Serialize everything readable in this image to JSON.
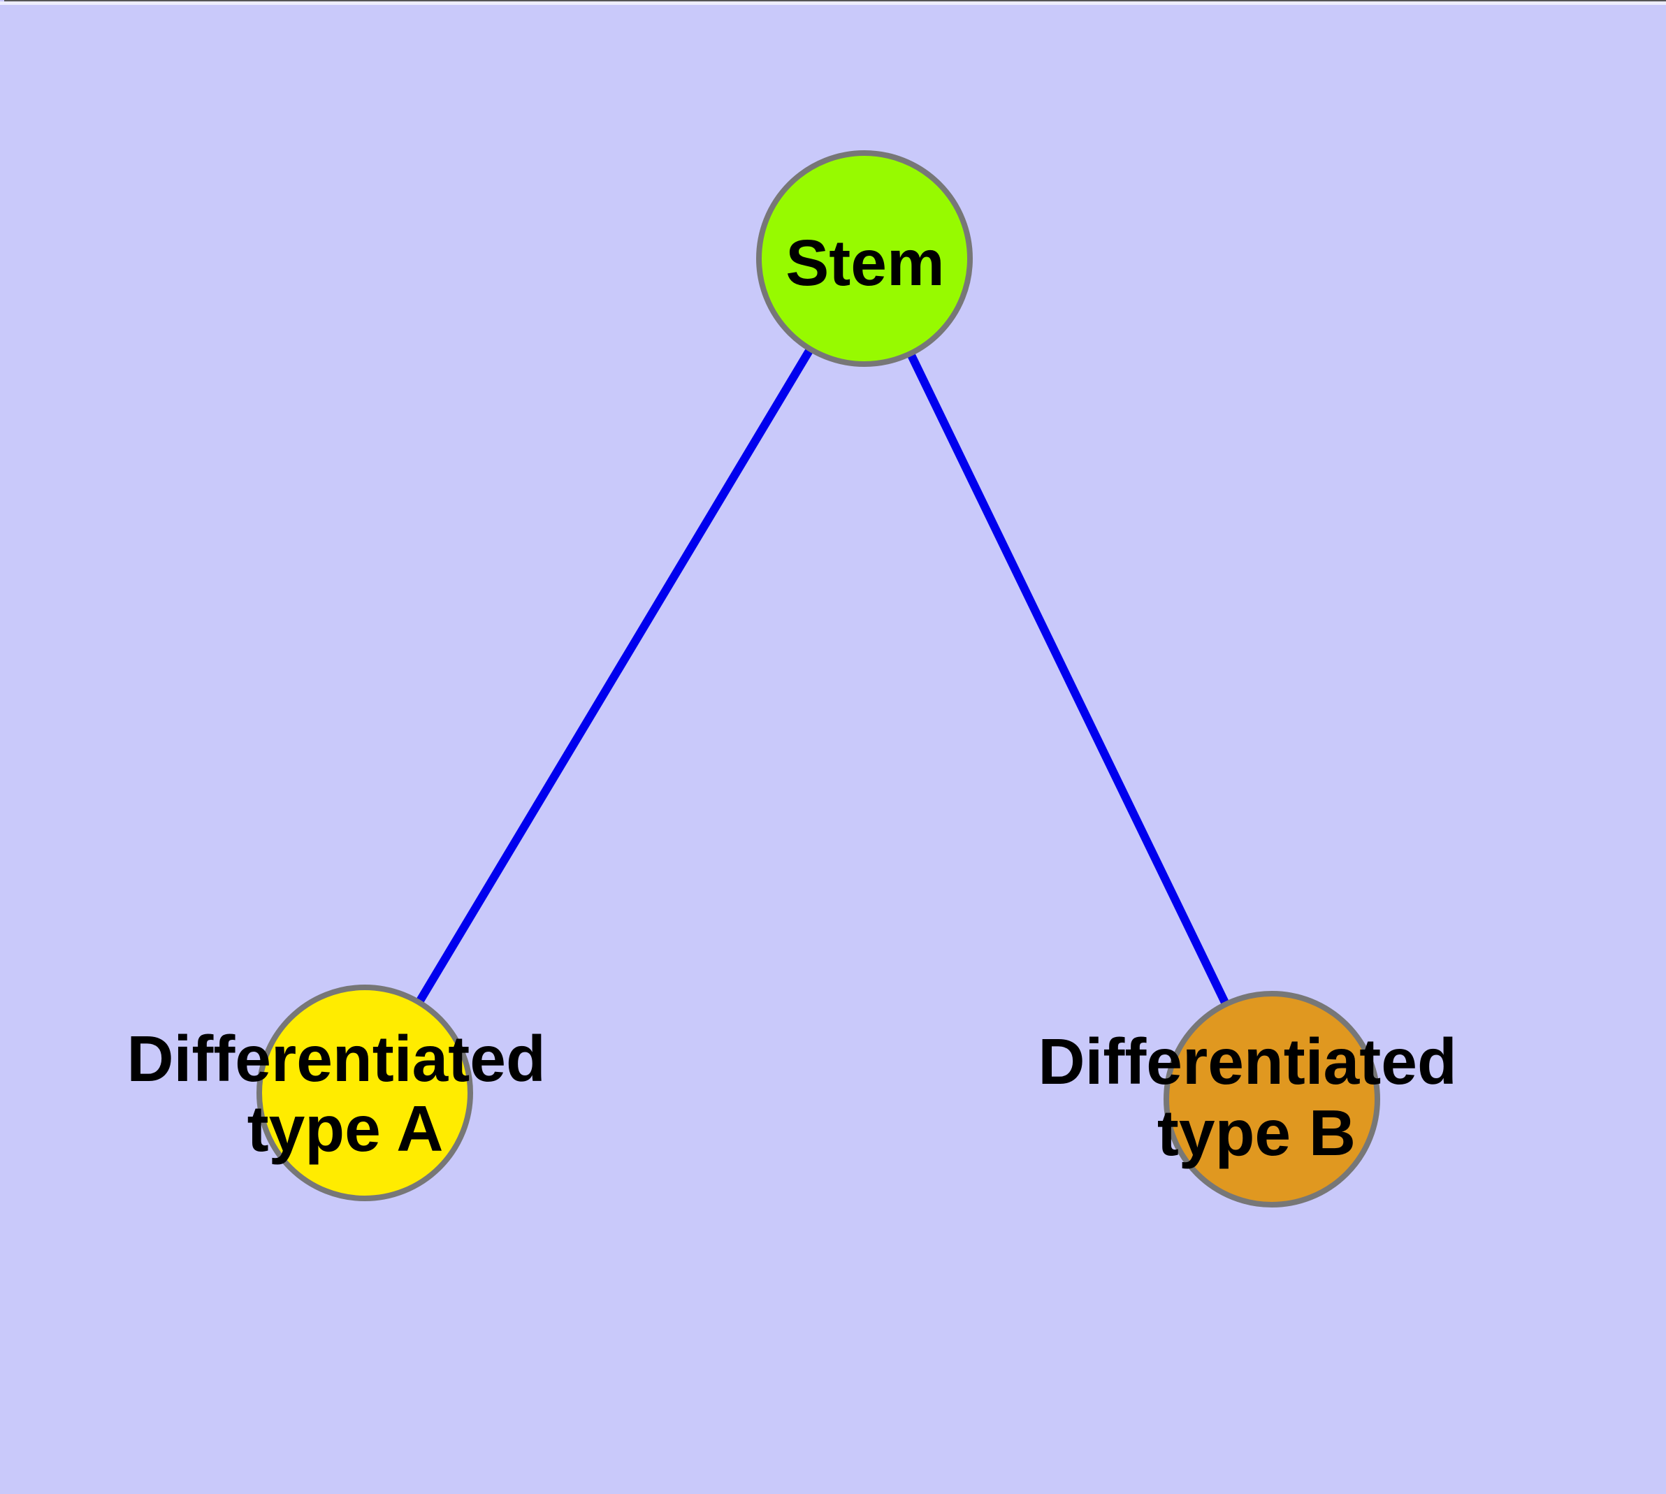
{
  "canvas": {
    "background": "#C9C9FA",
    "top_edge_color": "#565656",
    "top_strip_color": "#EDEDFD"
  },
  "style": {
    "edge_color": "#0000EE",
    "node_border_color": "#777777",
    "label_color": "#000000"
  },
  "nodes": {
    "stem": {
      "label": "Stem",
      "fill": "#97FA00"
    },
    "type_a": {
      "label_line1": "Differentiated",
      "label_line2": "type A",
      "fill": "#FFEC00"
    },
    "type_b": {
      "label_line1": "Differentiated",
      "label_line2": "type B",
      "fill": "#E09820"
    }
  }
}
